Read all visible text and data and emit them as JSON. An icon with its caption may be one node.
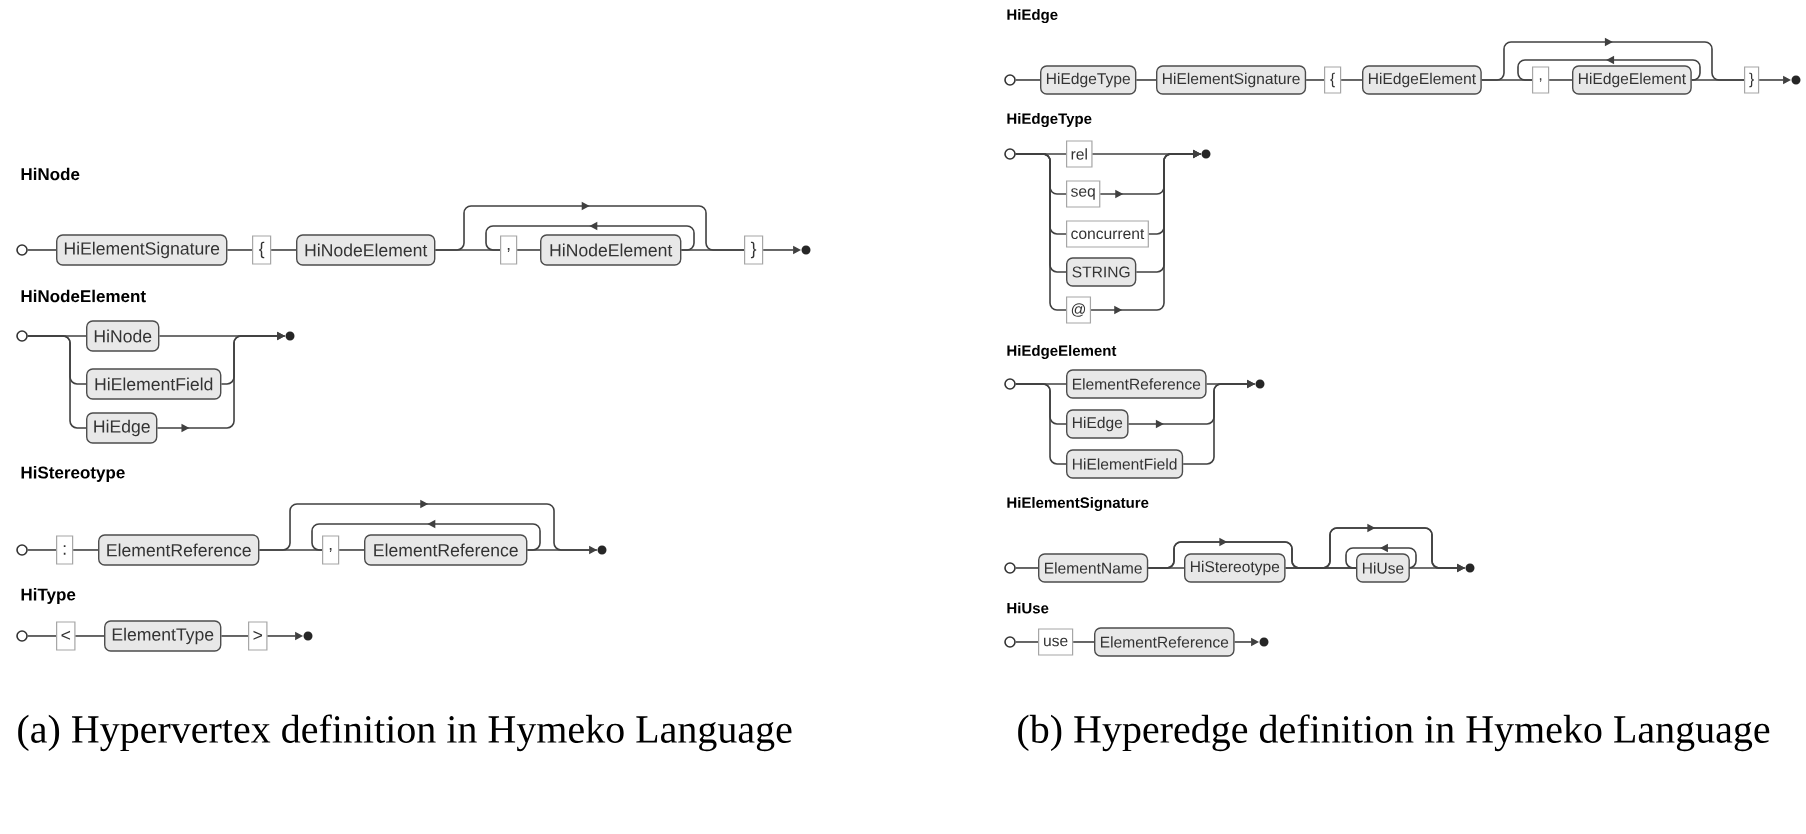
{
  "diagram": {
    "nodes": [
      {
        "text": [],
        "shape": "circle"
      },
      {
        "text": [
          "HiElementSignature"
        ]
      },
      {
        "text": [
          "{"
        ]
      },
      {
        "text": [
          "HiNodeElement"
        ]
      },
      {
        "text": [
          ","
        ]
      },
      {
        "text": [
          "HiNodeElement"
        ]
      },
      {
        "text": [
          "}"
        ]
      },
      {
        "text": [],
        "shape": "dot"
      },
      {
        "text": [],
        "shape": "circle"
      },
      {
        "text": [
          "HiNode"
        ]
      },
      {
        "text": [
          "HiElementField"
        ]
      },
      {
        "text": [
          "HiEdge"
        ]
      },
      {
        "text": [],
        "shape": "dot"
      },
      {
        "text": [],
        "shape": "circle"
      },
      {
        "text": [
          ":"
        ]
      },
      {
        "text": [
          "ElementReference"
        ]
      },
      {
        "text": [
          ","
        ]
      },
      {
        "text": [
          "ElementReference"
        ]
      },
      {
        "text": [],
        "shape": "dot"
      },
      {
        "text": [],
        "shape": "circle"
      },
      {
        "text": [
          "<"
        ]
      },
      {
        "text": [
          "ElementType"
        ]
      },
      {
        "text": [
          ">"
        ]
      },
      {
        "text": [],
        "shape": "dot"
      },
      {
        "text": [],
        "shape": "circle"
      },
      {
        "text": [
          "HiEdgeType"
        ]
      },
      {
        "text": [
          "HiElementSignature"
        ]
      },
      {
        "text": [
          "{"
        ]
      },
      {
        "text": [
          "HiEdgeElement"
        ]
      },
      {
        "text": [
          ","
        ]
      },
      {
        "text": [
          "HiEdgeElement"
        ]
      },
      {
        "text": [
          "}"
        ]
      },
      {
        "text": [],
        "shape": "dot"
      },
      {
        "text": [],
        "shape": "circle"
      },
      {
        "text": [
          "rel"
        ]
      },
      {
        "text": [
          "seq"
        ]
      },
      {
        "text": [
          "concurrent"
        ]
      },
      {
        "text": [
          "STRING"
        ]
      },
      {
        "text": [
          "@"
        ]
      },
      {
        "text": [],
        "shape": "dot"
      },
      {
        "text": [],
        "shape": "circle"
      },
      {
        "text": [
          "ElementReference"
        ]
      },
      {
        "text": [
          "HiEdge"
        ]
      },
      {
        "text": [
          "HiElementField"
        ]
      },
      {
        "text": [],
        "shape": "dot"
      },
      {
        "text": [],
        "shape": "circle"
      },
      {
        "text": [
          "ElementName"
        ]
      },
      {
        "text": [
          "HiStereotype"
        ]
      },
      {
        "text": [
          "HiUse"
        ]
      },
      {
        "text": [],
        "shape": "dot"
      },
      {
        "text": [],
        "shape": "circle"
      },
      {
        "text": [
          "use"
        ]
      },
      {
        "text": [
          "ElementReference"
        ]
      },
      {
        "text": [],
        "shape": "dot"
      }
    ],
    "edges": [
      {
        "from": 0,
        "to": 1,
        "arrow": "none"
      },
      {
        "from": 1,
        "to": 2,
        "arrow": "none"
      },
      {
        "from": 2,
        "to": 3,
        "arrow": "none"
      },
      {
        "from": 3,
        "to": 4,
        "arrow": "none"
      },
      {
        "from": 4,
        "to": 5,
        "arrow": "none"
      },
      {
        "from": 5,
        "to": 6,
        "arrow": "none"
      },
      {
        "from": 3,
        "to": 6,
        "arrow": "to"
      },
      {
        "from": 5,
        "to": 4,
        "arrow": "to"
      },
      {
        "from": 6,
        "to": 7,
        "arrow": "to"
      },
      {
        "from": 8,
        "to": 9,
        "arrow": "none"
      },
      {
        "from": 8,
        "to": 10,
        "arrow": "none"
      },
      {
        "from": 8,
        "to": 11,
        "arrow": "none"
      },
      {
        "from": 9,
        "to": 12,
        "arrow": "to"
      },
      {
        "from": 10,
        "to": 12,
        "arrow": "to"
      },
      {
        "from": 11,
        "to": 12,
        "arrow": "to"
      },
      {
        "from": 13,
        "to": 14,
        "arrow": "none"
      },
      {
        "from": 14,
        "to": 15,
        "arrow": "none"
      },
      {
        "from": 15,
        "to": 16,
        "arrow": "none"
      },
      {
        "from": 16,
        "to": 17,
        "arrow": "none"
      },
      {
        "from": 17,
        "to": 18,
        "arrow": "to"
      },
      {
        "from": 15,
        "to": 18,
        "arrow": "to"
      },
      {
        "from": 17,
        "to": 16,
        "arrow": "to"
      },
      {
        "from": 19,
        "to": 20,
        "arrow": "none"
      },
      {
        "from": 20,
        "to": 21,
        "arrow": "none"
      },
      {
        "from": 21,
        "to": 22,
        "arrow": "none"
      },
      {
        "from": 22,
        "to": 23,
        "arrow": "to"
      },
      {
        "from": 24,
        "to": 25,
        "arrow": "none"
      },
      {
        "from": 25,
        "to": 26,
        "arrow": "none"
      },
      {
        "from": 26,
        "to": 27,
        "arrow": "none"
      },
      {
        "from": 27,
        "to": 28,
        "arrow": "none"
      },
      {
        "from": 28,
        "to": 29,
        "arrow": "none"
      },
      {
        "from": 29,
        "to": 30,
        "arrow": "none"
      },
      {
        "from": 30,
        "to": 31,
        "arrow": "none"
      },
      {
        "from": 28,
        "to": 31,
        "arrow": "to"
      },
      {
        "from": 30,
        "to": 29,
        "arrow": "to"
      },
      {
        "from": 31,
        "to": 32,
        "arrow": "to"
      },
      {
        "from": 33,
        "to": 34,
        "arrow": "none"
      },
      {
        "from": 33,
        "to": 35,
        "arrow": "none"
      },
      {
        "from": 33,
        "to": 36,
        "arrow": "none"
      },
      {
        "from": 33,
        "to": 37,
        "arrow": "none"
      },
      {
        "from": 33,
        "to": 38,
        "arrow": "none"
      },
      {
        "from": 34,
        "to": 39,
        "arrow": "to"
      },
      {
        "from": 35,
        "to": 39,
        "arrow": "to"
      },
      {
        "from": 36,
        "to": 39,
        "arrow": "to"
      },
      {
        "from": 37,
        "to": 39,
        "arrow": "to"
      },
      {
        "from": 38,
        "to": 39,
        "arrow": "to"
      },
      {
        "from": 40,
        "to": 41,
        "arrow": "none"
      },
      {
        "from": 40,
        "to": 42,
        "arrow": "none"
      },
      {
        "from": 40,
        "to": 43,
        "arrow": "none"
      },
      {
        "from": 41,
        "to": 44,
        "arrow": "to"
      },
      {
        "from": 42,
        "to": 44,
        "arrow": "to"
      },
      {
        "from": 43,
        "to": 44,
        "arrow": "to"
      },
      {
        "from": 45,
        "to": 46,
        "arrow": "none"
      },
      {
        "from": 46,
        "to": 47,
        "arrow": "none"
      },
      {
        "from": 46,
        "to": 48,
        "arrow": "to"
      },
      {
        "from": 47,
        "to": 48,
        "arrow": "none"
      },
      {
        "from": 48,
        "to": 48,
        "arrow": "to"
      },
      {
        "from": 48,
        "to": 49,
        "arrow": "to"
      },
      {
        "from": 47,
        "to": 49,
        "arrow": "to"
      },
      {
        "from": 46,
        "to": 49,
        "arrow": "to"
      },
      {
        "from": 50,
        "to": 51,
        "arrow": "none"
      },
      {
        "from": 51,
        "to": 52,
        "arrow": "none"
      },
      {
        "from": 52,
        "to": 53,
        "arrow": "to"
      }
    ],
    "labels": [
      "HiNode",
      "HiNodeElement",
      "HiStereotype",
      "HiType",
      "HiEdge",
      "HiEdgeType",
      "HiEdgeElement",
      "HiElementSignature",
      "HiUse",
      "(a) Hypervertex definition in Hymeko Language",
      "(b) Hyperedge definition in Hymeko Language"
    ]
  }
}
